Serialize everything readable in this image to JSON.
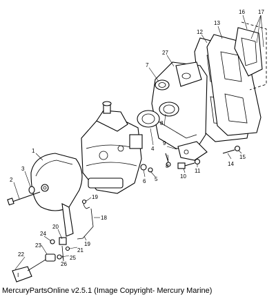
{
  "callouts": [
    "1",
    "2",
    "3",
    "4",
    "5",
    "6",
    "7",
    "8",
    "8",
    "9",
    "10",
    "11",
    "12",
    "13",
    "14",
    "15",
    "16",
    "17",
    "18",
    "19",
    "19",
    "20",
    "21",
    "22",
    "23",
    "24",
    "25",
    "26",
    "27"
  ],
  "footer": "MercuryPartsOnline v2.5.1 (Image Copyright- Mercury Marine)"
}
